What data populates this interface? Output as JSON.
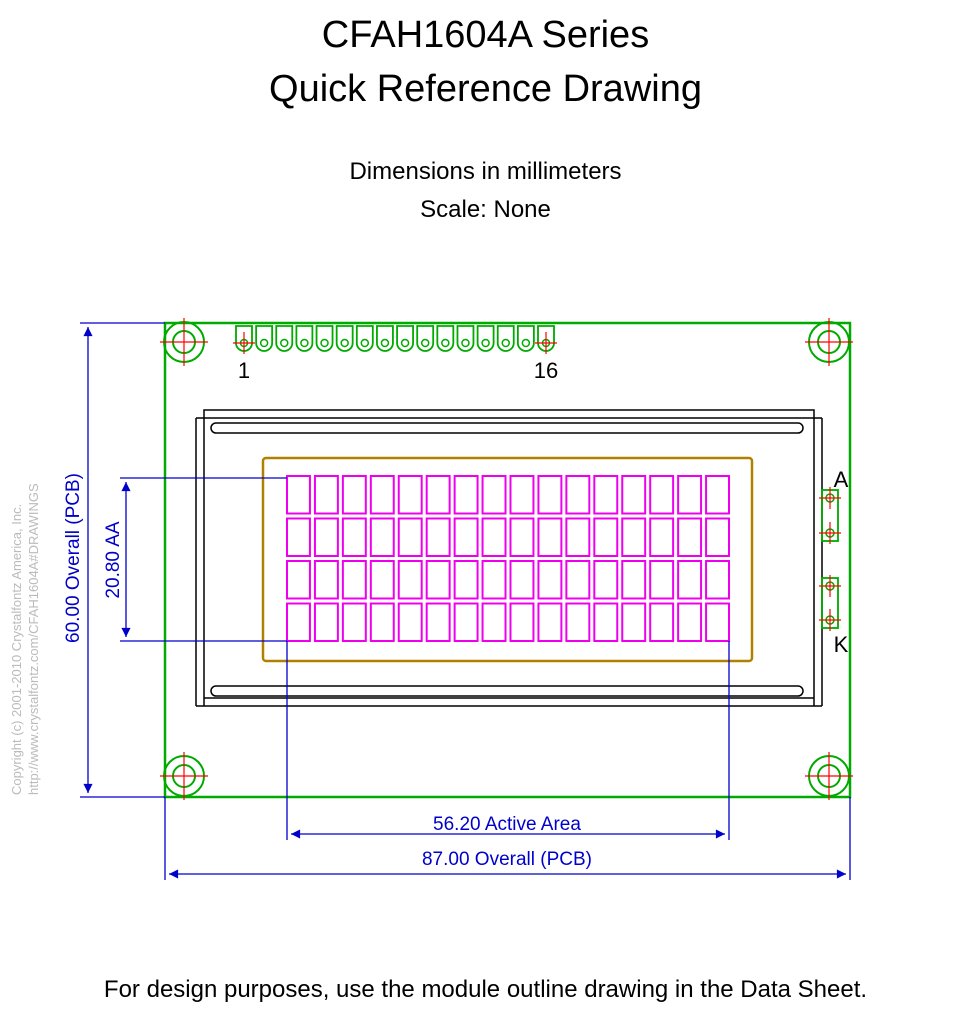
{
  "title_line1": "CFAH1604A Series",
  "title_line2": "Quick Reference Drawing",
  "subtitle_units": "Dimensions in millimeters",
  "subtitle_scale": "Scale: None",
  "footer_note": "For design purposes, use the module outline drawing in the Data Sheet.",
  "copyright_line1": "Copyright (c) 2001-2010 Crystalfontz America, Inc.",
  "copyright_line2": "http://www.crystalfontz.com/CFAH1604A#DRAWINGS",
  "pin_first_label": "1",
  "pin_last_label": "16",
  "backlight_anode_label": "A",
  "backlight_cathode_label": "K",
  "dim_overall_height": "60.00 Overall (PCB)",
  "dim_active_height": "20.80 AA",
  "dim_active_width": "56.20 Active Area",
  "dim_overall_width": "87.00 Overall (PCB)",
  "display_rows": 4,
  "display_columns": 16,
  "pin_count": 16,
  "colors": {
    "pcb_outline": "#00aa00",
    "dimension": "#0000cc",
    "character_cell": "#ee00ee",
    "viewing_area": "#b08000",
    "center_mark": "#ff0000",
    "copyright": "#bbbbbb",
    "bezel": "#000000"
  }
}
